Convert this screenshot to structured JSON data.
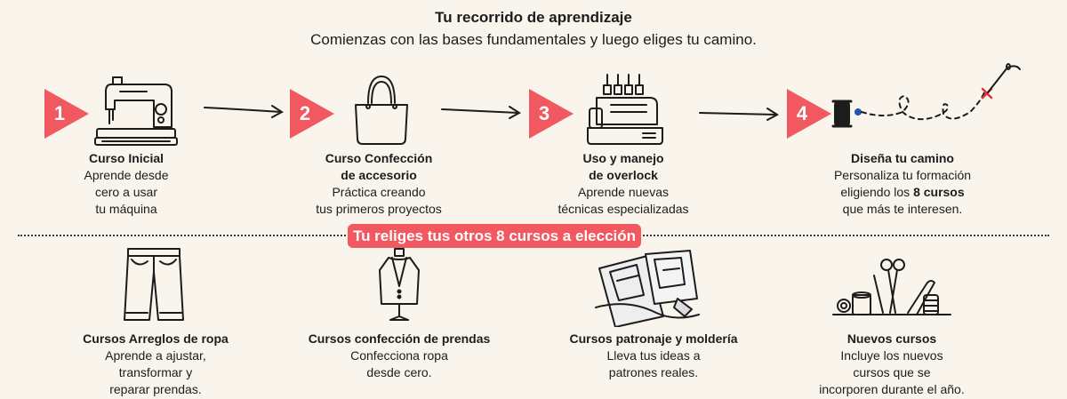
{
  "header": {
    "title": "Tu recorrido de aprendizaje",
    "subtitle": "Comienzas con las bases fundamentales y luego eliges tu camino."
  },
  "colors": {
    "accent": "#f2585f",
    "background": "#faf5ec",
    "ink": "#1c1c1c"
  },
  "steps": [
    {
      "number": "1",
      "icon": "sewing-machine-icon",
      "title": "Curso Inicial",
      "lines": [
        "Aprende desde",
        "cero a usar",
        "tu máquina"
      ]
    },
    {
      "number": "2",
      "icon": "tote-bag-icon",
      "title_lines": [
        "Curso Confección",
        "de accesorio"
      ],
      "lines": [
        "Práctica creando",
        "tus primeros proyectos"
      ]
    },
    {
      "number": "3",
      "icon": "overlock-machine-icon",
      "title_lines": [
        "Uso y manejo",
        "de overlock"
      ],
      "lines": [
        "Aprende nuevas",
        "técnicas especializadas"
      ]
    },
    {
      "number": "4",
      "icon": "thread-spool-path-icon",
      "title": "Diseña tu camino",
      "lines": [
        "Personaliza tu formación",
        "eligiendo los",
        "8 cursos",
        "que más te interesen."
      ]
    }
  ],
  "pill_label": "Tu religes tus otros 8 cursos a elección",
  "cards": [
    {
      "icon": "pants-icon",
      "title": "Cursos Arreglos de ropa",
      "lines": [
        "Aprende a ajustar,",
        "transformar y",
        "reparar prendas."
      ]
    },
    {
      "icon": "vest-mannequin-icon",
      "title": "Cursos confección de prendas",
      "lines": [
        "Confecciona ropa",
        "desde cero."
      ]
    },
    {
      "icon": "pattern-sheets-icon",
      "title": "Cursos patronaje y moldería",
      "lines": [
        "Lleva tus ideas a",
        "patrones reales."
      ]
    },
    {
      "icon": "sewing-tools-icon",
      "title": "Nuevos cursos",
      "lines": [
        "Incluye los nuevos",
        "cursos que se",
        "incorporen durante el año."
      ]
    }
  ]
}
